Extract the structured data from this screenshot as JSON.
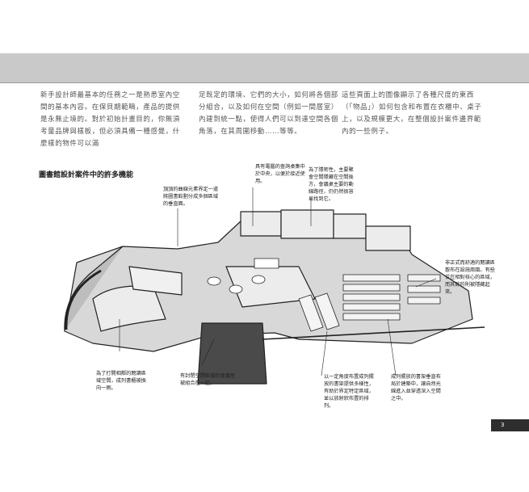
{
  "paragraphs": [
    "新手設計師最基本的任務之一是熟悉室內空間的基本內容。在保貝期範疇，產品的提供是永無止境的。對於初始計畫目的，你無須考量品牌與樣板，但必須具備一種感覺，什麼樣的物件可以滿",
    "足既定的環境、它們的大小，如何將各個部分組合，以及如何在空間（例如一間居室）內建到統一點，使得人們可以到達空間各個角落，在其周圍移動……等等。",
    "這些頁面上的圖像顯示了各種尺度的東西（「物品」）如何包含和布置在衣櫃中、桌子上，以及規模更大，在整個設計案件邊界範內的一些例子。"
  ],
  "figure": {
    "title": "圖書館設計案件中的許多機能",
    "callouts": {
      "ceiling": "頂頂的曲線元素界定一道將圖書館劃分成多個區域的垂直面。",
      "computers": "具有電腦的查詢桌集中於中央，以便於接近使用。",
      "privacy": "為了隱密性，主要聚會空間隱藏在空間後方，會議桌主要的動線路徑，仍仍然很容易找到它。",
      "reading_area": "非正式而舒適的閱讀區散布在設施周圍。有些位在相對核心的區域，而其餘的則被隱藏起來。",
      "reading_turn": "為了打開相鄰的閱讀區域空間，成列書櫃被換向一側。",
      "enclosed": "有封閉空間區域的會議室被組合在一起。",
      "stacks_angle": "以一定角度布置成列擺放的書架提供多樣性，有助於界定特定區域，並以放射狀布置的排列。",
      "stacks_light": "成列擺放的書架垂直布局於建築中，讓自然光線進入並穿透深入空間之中。"
    }
  },
  "page_number": "3"
}
